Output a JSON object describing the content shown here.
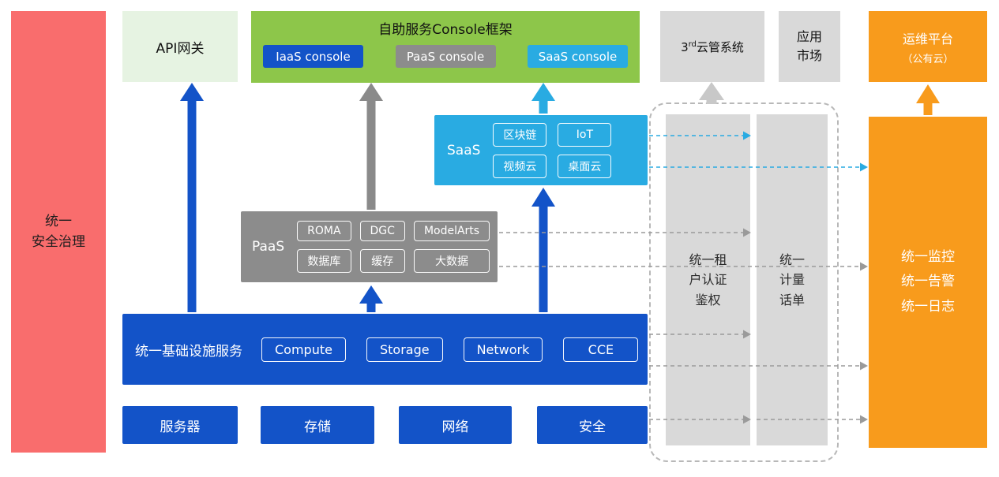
{
  "colors": {
    "security_red": "#f96d6d",
    "api_gateway_green": "#e6f3e2",
    "console_green": "#8dc64a",
    "iaas_blue": "#1353c8",
    "paas_gray": "#8c8c8c",
    "saas_cyan": "#29abe2",
    "neutral_box_gray": "#d9d9d9",
    "om_orange": "#f89b1c"
  },
  "security_bar": {
    "label": "统一\n安全治理"
  },
  "api_gateway": {
    "label": "API网关"
  },
  "console_framework": {
    "title": "自助服务Console框架",
    "buttons": [
      {
        "label": "IaaS console"
      },
      {
        "label": "PaaS console"
      },
      {
        "label": "SaaS console"
      }
    ]
  },
  "third_party_cloud": {
    "num": "3",
    "sup": "rd",
    "text": "云管系统"
  },
  "app_market": {
    "label": "应用\n市场"
  },
  "om_platform": {
    "title": "运维平台",
    "subtitle": "（公有云）"
  },
  "saas": {
    "label": "SaaS",
    "chips": [
      "区块链",
      "IoT",
      "视频云",
      "桌面云"
    ]
  },
  "paas": {
    "label": "PaaS",
    "chips": [
      "ROMA",
      "DGC",
      "ModelArts",
      "数据库",
      "缓存",
      "大数据"
    ]
  },
  "iaas": {
    "label": "统一基础设施服务",
    "chips": [
      "Compute",
      "Storage",
      "Network",
      "CCE"
    ]
  },
  "hardware": {
    "items": [
      "服务器",
      "存储",
      "网络",
      "安全"
    ]
  },
  "auth_bar": {
    "label": "统一租\n户认证\n鉴权"
  },
  "metering_bar": {
    "label": "统一\n计量\n话单"
  },
  "monitoring": {
    "label": "统一监控\n统一告警\n统一日志"
  }
}
